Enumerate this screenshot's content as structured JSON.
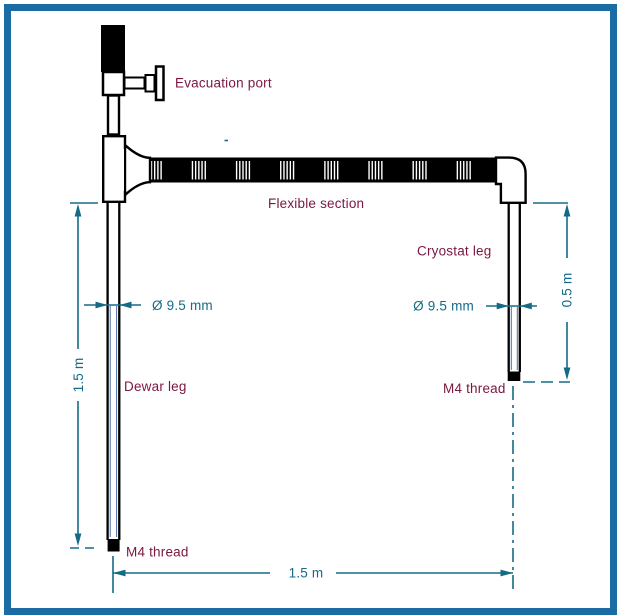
{
  "figure": {
    "type": "technical-diagram",
    "subject": "Cryogen transfer line with evacuation port, flexible section, dewar leg and cryostat leg",
    "background": "#ffffff"
  },
  "labels": {
    "evacuation_port": "Evacuation port",
    "flexible_section": "Flexible section",
    "cryostat_leg": "Cryostat leg",
    "dewar_leg": "Dewar leg",
    "m4_thread_dewar": "M4 thread",
    "m4_thread_cryostat": "M4 thread"
  },
  "dimensions": {
    "dewar_leg_length": "1.5 m",
    "cryostat_leg_length": "0.5 m",
    "horizontal_span": "1.5 m",
    "dewar_leg_diameter": "Ø 9.5 mm",
    "cryostat_leg_diameter": "Ø 9.5 mm"
  },
  "colors": {
    "border": "#1b6ba5",
    "label_text": "#7a1740",
    "dimension_lines": "#156b85",
    "line_art": "#000000"
  }
}
